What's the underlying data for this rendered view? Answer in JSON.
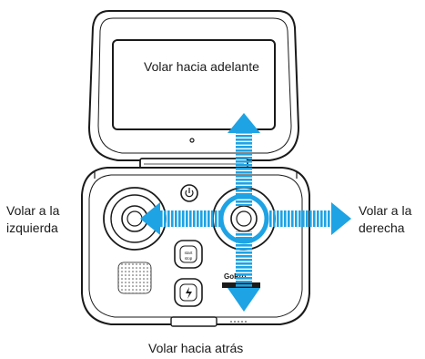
{
  "labels": {
    "forward": "Volar hacia adelante",
    "back": "Volar hacia atrás",
    "left_line1": "Volar a la",
    "left_line2": "izquierda",
    "right_line1": "Volar a la",
    "right_line2": "derecha"
  },
  "device": {
    "start_button_line1": "start",
    "start_button_line2": "stop",
    "brand_mark": "GoPro"
  },
  "colors": {
    "arrow": "#1ea3e4",
    "outline": "#1a1a1a",
    "screen": "#ffffff"
  },
  "icons": [
    "power-icon",
    "camera-icon",
    "arrow-up-icon",
    "arrow-down-icon",
    "arrow-left-icon",
    "arrow-right-icon"
  ]
}
